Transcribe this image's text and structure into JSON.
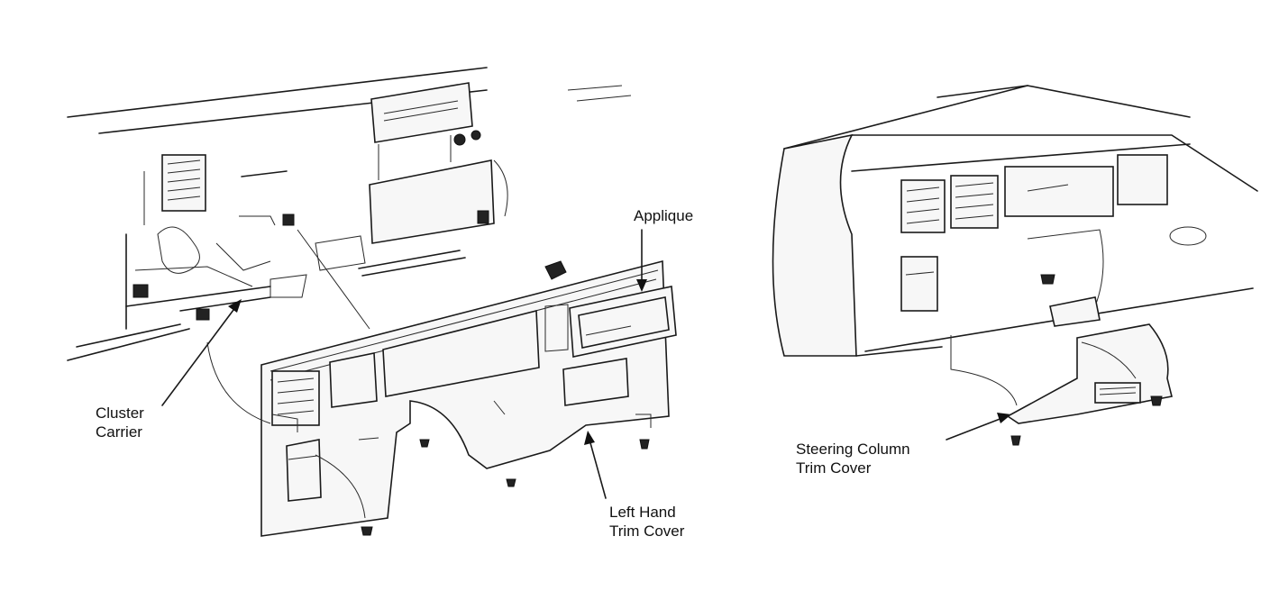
{
  "labels": {
    "applique": "Applique",
    "cluster_carrier": [
      "Cluster",
      "Carrier"
    ],
    "left_hand_trim_cover": [
      "Left Hand",
      "Trim Cover"
    ],
    "steering_column_trim_cover": [
      "Steering Column",
      "Trim Cover"
    ]
  }
}
